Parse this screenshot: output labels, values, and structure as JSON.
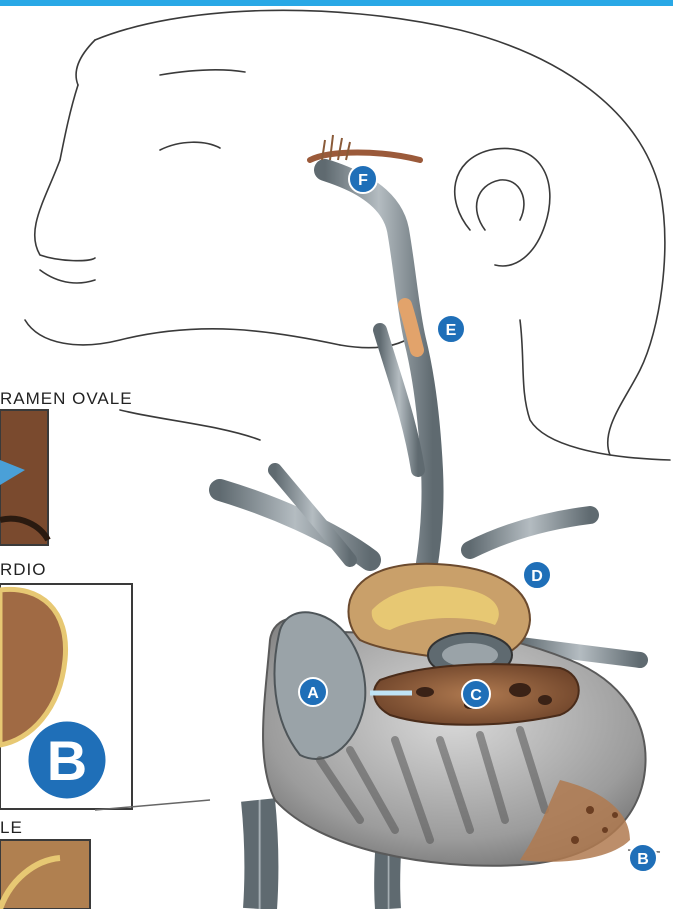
{
  "labels": {
    "foramen_ovale": "RAMEN OVALE",
    "pericardio": "RDIO",
    "bottom_left": "LE"
  },
  "markers": {
    "a": "A",
    "b_large": "B",
    "b_small": "B",
    "c": "C",
    "d": "D",
    "e": "E",
    "f": "F"
  },
  "colors": {
    "top_bar": "#29a8e6",
    "marker_blue": "#1f6fb8",
    "vessel_gray": "#7f8a91",
    "tissue_brown": "#8a5a38",
    "fat_yellow": "#e7c873",
    "line_ink": "#3a3a3a"
  }
}
